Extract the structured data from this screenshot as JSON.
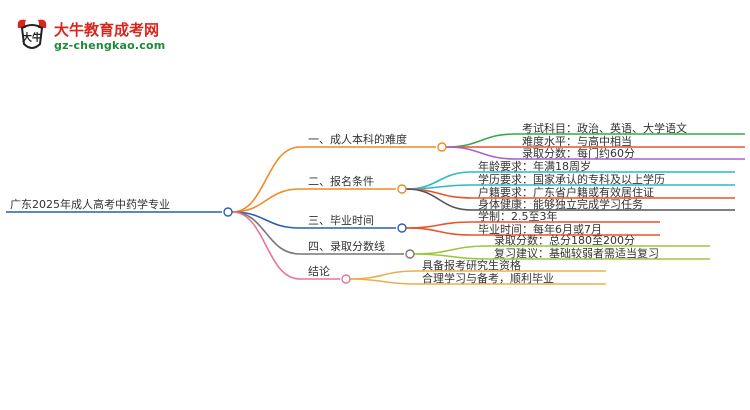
{
  "watermark": {
    "brand_name": "大牛教育成考网",
    "url": "gz-chengkao.com",
    "emblem_text": "大牛"
  },
  "mindmap": {
    "root": "广东2025年成人高考中药学专业",
    "branches": [
      {
        "label": "一、成人本科的难度",
        "color": "#f08a24",
        "items": [
          {
            "text": "考试科目：政治、英语、大学语文",
            "color": "#33a852"
          },
          {
            "text": "难度水平：与高中相当",
            "color": "#e8542e"
          },
          {
            "text": "录取分数：每门约60分",
            "color": "#a663c9"
          }
        ]
      },
      {
        "label": "二、报名条件",
        "color": "#f08a24",
        "items": [
          {
            "text": "年龄要求：年满18周岁",
            "color": "#2fb8c9"
          },
          {
            "text": "学历要求：国家承认的专科及以上学历",
            "color": "#2fb8c9"
          },
          {
            "text": "户籍要求：广东省户籍或有效居住证",
            "color": "#e8542e"
          },
          {
            "text": "身体健康：能够独立完成学习任务",
            "color": "#555555"
          }
        ]
      },
      {
        "label": "三、毕业时间",
        "color": "#2a5fb0",
        "items": [
          {
            "text": "学制：2.5至3年",
            "color": "#e8542e"
          },
          {
            "text": "毕业时间：每年6月或7月",
            "color": "#e8542e"
          }
        ]
      },
      {
        "label": "四、录取分数线",
        "color": "#777777",
        "items": [
          {
            "text": "录取分数：总分180至200分",
            "color": "#9bc53d"
          },
          {
            "text": "复习建议：基础较弱者需适当复习",
            "color": "#9bc53d"
          }
        ]
      },
      {
        "label": "结论",
        "color": "#e8749c",
        "items": [
          {
            "text": "具备报考研究生资格",
            "color": "#e8b04a"
          },
          {
            "text": "合理学习与备考，顺利毕业",
            "color": "#e8b04a"
          }
        ]
      }
    ]
  }
}
